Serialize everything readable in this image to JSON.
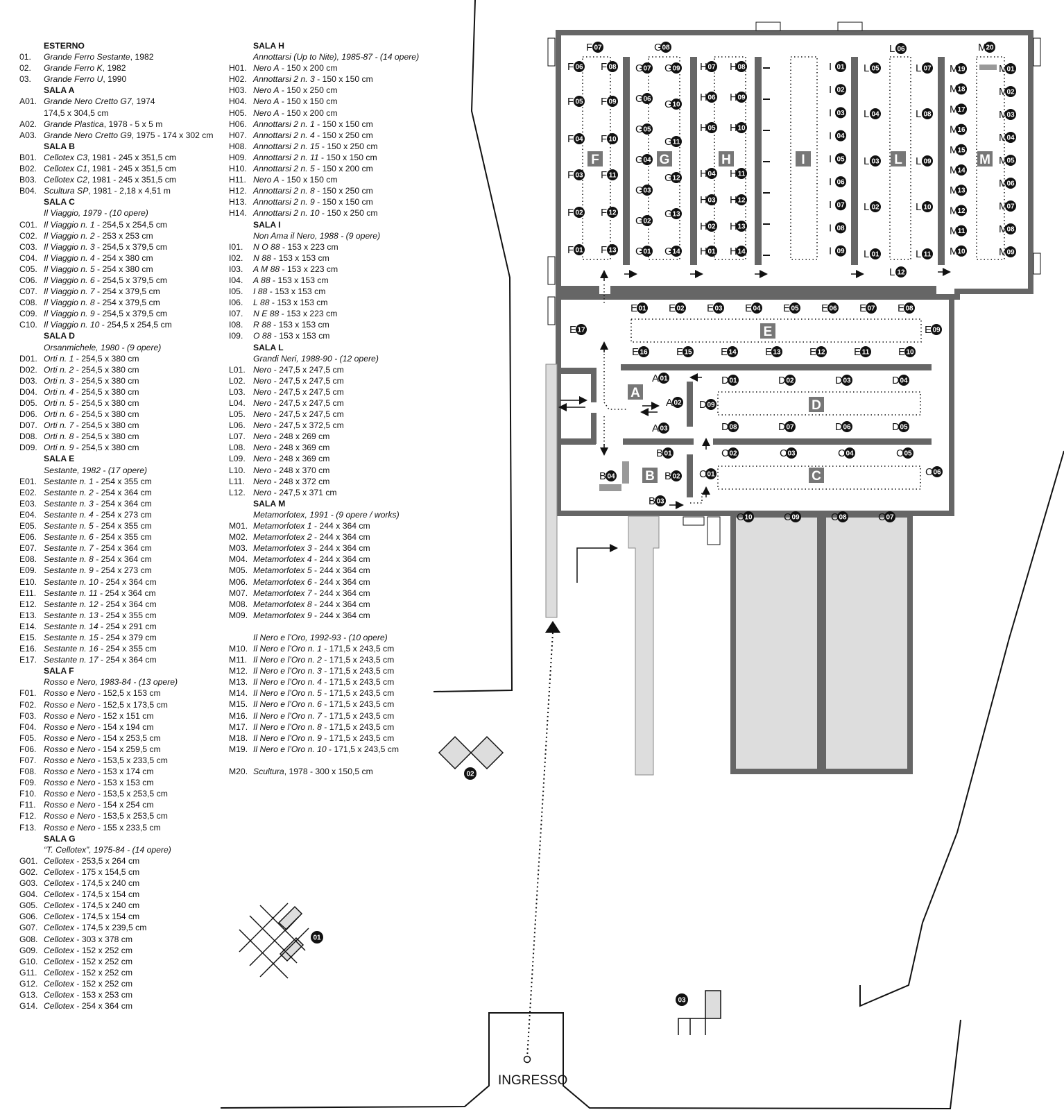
{
  "legend": [
    {
      "title": "ESTERNO",
      "items": [
        {
          "code": "01.",
          "text": "Grande Ferro Sestante, 1982"
        },
        {
          "code": "02.",
          "text": "Grande Ferro K, 1982"
        },
        {
          "code": "03.",
          "text": "Grande Ferro U, 1990"
        }
      ]
    },
    {
      "title": "SALA A",
      "items": [
        {
          "code": "A01.",
          "text": "Grande Nero Cretto G7, 1974"
        },
        {
          "code": "",
          "text": "174,5 x 304,5 cm"
        },
        {
          "code": "A02.",
          "text": "Grande Plastica, 1978 - 5 x 5 m"
        },
        {
          "code": "A03.",
          "text": "Grande Nero Cretto G9, 1975 - 174 x 302 cm"
        }
      ]
    },
    {
      "title": "SALA B",
      "items": [
        {
          "code": "B01.",
          "text": "Cellotex C3, 1981 - 245 x 351,5 cm"
        },
        {
          "code": "B02.",
          "text": "Cellotex C1, 1981 - 245 x 351,5 cm"
        },
        {
          "code": "B03.",
          "text": "Cellotex C2, 1981 - 245 x 351,5 cm"
        },
        {
          "code": "B04.",
          "text": "Scultura SP, 1981 - 2,18 x 4,51 m"
        }
      ]
    },
    {
      "title": "SALA C",
      "subtitle": "Il Viaggio, 1979 - (10 opere)",
      "items": [
        {
          "code": "C01.",
          "text": "Il Viaggio n. 1 - 254,5 x 254,5 cm"
        },
        {
          "code": "C02.",
          "text": "Il Viaggio n. 2 - 253 x 253 cm"
        },
        {
          "code": "C03.",
          "text": "Il Viaggio n. 3 - 254,5 x 379,5 cm"
        },
        {
          "code": "C04.",
          "text": "Il Viaggio n. 4 - 254 x 380 cm"
        },
        {
          "code": "C05.",
          "text": "Il Viaggio n. 5 - 254 x 380 cm"
        },
        {
          "code": "C06.",
          "text": "Il Viaggio n. 6 - 254,5 x 379,5 cm"
        },
        {
          "code": "C07.",
          "text": "Il Viaggio n. 7 - 254 x 379,5 cm"
        },
        {
          "code": "C08.",
          "text": "Il Viaggio n. 8 - 254 x 379,5 cm"
        },
        {
          "code": "C09.",
          "text": "Il Viaggio n. 9 - 254,5 x 379,5 cm"
        },
        {
          "code": "C10.",
          "text": "Il Viaggio n. 10 - 254,5 x 254,5 cm"
        }
      ]
    },
    {
      "title": "SALA D",
      "subtitle": "Orsanmichele, 1980 - (9 opere)",
      "items": [
        {
          "code": "D01.",
          "text": "Orti n. 1 - 254,5 x 380 cm"
        },
        {
          "code": "D02.",
          "text": "Orti n. 2 - 254,5 x 380 cm"
        },
        {
          "code": "D03.",
          "text": "Orti n. 3 - 254,5 x 380 cm"
        },
        {
          "code": "D04.",
          "text": "Orti n. 4 - 254,5 x 380 cm"
        },
        {
          "code": "D05.",
          "text": "Orti n. 5 - 254,5 x 380 cm"
        },
        {
          "code": "D06.",
          "text": "Orti n. 6 - 254,5 x 380 cm"
        },
        {
          "code": "D07.",
          "text": "Orti n. 7 - 254,5 x 380 cm"
        },
        {
          "code": "D08.",
          "text": "Orti n. 8 - 254,5 x 380 cm"
        },
        {
          "code": "D09.",
          "text": "Orti n. 9 - 254,5 x 380 cm"
        }
      ]
    },
    {
      "title": "SALA E",
      "subtitle": "Sestante, 1982 - (17 opere)",
      "items": [
        {
          "code": "E01.",
          "text": "Sestante n. 1 - 254 x 355 cm"
        },
        {
          "code": "E02.",
          "text": "Sestante n. 2 - 254 x 364 cm"
        },
        {
          "code": "E03.",
          "text": "Sestante n. 3 - 254 x 364 cm"
        },
        {
          "code": "E04.",
          "text": "Sestante n. 4 - 254 x 273 cm"
        },
        {
          "code": "E05.",
          "text": "Sestante n. 5 - 254 x 355 cm"
        },
        {
          "code": "E06.",
          "text": "Sestante n. 6 - 254 x 355 cm"
        },
        {
          "code": "E07.",
          "text": "Sestante n. 7 - 254 x 364 cm"
        },
        {
          "code": "E08.",
          "text": "Sestante n. 8 - 254 x 364 cm"
        },
        {
          "code": "E09.",
          "text": "Sestante n. 9 - 254 x 273 cm"
        },
        {
          "code": "E10.",
          "text": "Sestante n. 10 - 254 x 364 cm"
        },
        {
          "code": "E11.",
          "text": "Sestante n. 11 - 254 x 364 cm"
        },
        {
          "code": "E12.",
          "text": "Sestante n. 12 - 254 x 364 cm"
        },
        {
          "code": "E13.",
          "text": "Sestante n. 13 - 254 x 355 cm"
        },
        {
          "code": "E14.",
          "text": "Sestante n. 14 - 254 x 291 cm"
        },
        {
          "code": "E15.",
          "text": "Sestante n. 15 - 254 x 379 cm"
        },
        {
          "code": "E16.",
          "text": "Sestante n. 16 - 254 x 355 cm"
        },
        {
          "code": "E17.",
          "text": "Sestante n. 17 - 254 x 364 cm"
        }
      ]
    },
    {
      "title": "SALA F",
      "subtitle": "Rosso e Nero, 1983-84 - (13 opere)",
      "items": [
        {
          "code": "F01.",
          "text": "Rosso e Nero - 152,5 x 153 cm"
        },
        {
          "code": "F02.",
          "text": "Rosso e Nero - 152,5 x 173,5 cm"
        },
        {
          "code": "F03.",
          "text": "Rosso e Nero - 152 x 151 cm"
        },
        {
          "code": "F04.",
          "text": "Rosso e Nero - 154 x 194 cm"
        },
        {
          "code": "F05.",
          "text": "Rosso e Nero - 154 x 253,5 cm"
        },
        {
          "code": "F06.",
          "text": "Rosso e Nero - 154 x 259,5 cm"
        },
        {
          "code": "F07.",
          "text": "Rosso e Nero - 153,5 x 233,5 cm"
        },
        {
          "code": "F08.",
          "text": "Rosso e Nero - 153 x 174 cm"
        },
        {
          "code": "F09.",
          "text": "Rosso e Nero - 153 x 153 cm"
        },
        {
          "code": "F10.",
          "text": "Rosso e Nero - 153,5 x 253,5 cm"
        },
        {
          "code": "F11.",
          "text": "Rosso e Nero - 154 x 254 cm"
        },
        {
          "code": "F12.",
          "text": "Rosso e Nero - 153,5 x 253,5 cm"
        },
        {
          "code": "F13.",
          "text": "Rosso e Nero - 155 x 233,5 cm"
        }
      ]
    },
    {
      "title": "SALA G",
      "subtitle": "“T. Cellotex”, 1975-84 - (14 opere)",
      "items": [
        {
          "code": "G01.",
          "text": "Cellotex - 253,5 x 264 cm"
        },
        {
          "code": "G02.",
          "text": "Cellotex - 175 x 154,5 cm"
        },
        {
          "code": "G03.",
          "text": "Cellotex - 174,5 x 240 cm"
        },
        {
          "code": "G04.",
          "text": "Cellotex - 174,5 x 154 cm"
        },
        {
          "code": "G05.",
          "text": "Cellotex - 174,5 x 240 cm"
        },
        {
          "code": "G06.",
          "text": "Cellotex - 174,5 x 154 cm"
        },
        {
          "code": "G07.",
          "text": "Cellotex - 174,5 x 239,5 cm"
        },
        {
          "code": "G08.",
          "text": "Cellotex - 303 x 378 cm"
        },
        {
          "code": "G09.",
          "text": "Cellotex - 152 x 252 cm"
        },
        {
          "code": "G10.",
          "text": "Cellotex - 152 x 252 cm"
        },
        {
          "code": "G11.",
          "text": "Cellotex - 152 x 252 cm"
        },
        {
          "code": "G12.",
          "text": "Cellotex - 152 x 252 cm"
        },
        {
          "code": "G13.",
          "text": "Cellotex - 153 x 253 cm"
        },
        {
          "code": "G14.",
          "text": "Cellotex - 254 x 364 cm"
        }
      ]
    },
    {
      "title": "SALA H",
      "subtitle": "Annottarsi (Up to Nite), 1985-87 - (14 opere)",
      "items": [
        {
          "code": "H01.",
          "text": "Nero A - 150 x 200 cm"
        },
        {
          "code": "H02.",
          "text": "Annottarsi 2 n. 3 - 150 x 150 cm"
        },
        {
          "code": "H03.",
          "text": "Nero A - 150 x 250 cm"
        },
        {
          "code": "H04.",
          "text": "Nero A - 150 x 150 cm"
        },
        {
          "code": "H05.",
          "text": "Nero A - 150 x 200 cm"
        },
        {
          "code": "H06.",
          "text": "Annottarsi 2 n. 1 - 150 x 150 cm"
        },
        {
          "code": "H07.",
          "text": "Annottarsi 2 n. 4 - 150 x 250 cm"
        },
        {
          "code": "H08.",
          "text": "Annottarsi 2 n. 15 - 150 x 250 cm"
        },
        {
          "code": "H09.",
          "text": "Annottarsi 2 n. 11 - 150 x 150 cm"
        },
        {
          "code": "H10.",
          "text": "Annottarsi 2 n. 5 - 150 x 200 cm"
        },
        {
          "code": "H11.",
          "text": "Nero A - 150 x 150 cm"
        },
        {
          "code": "H12.",
          "text": "Annottarsi 2 n. 8 - 150 x 250 cm"
        },
        {
          "code": "H13.",
          "text": "Annottarsi 2 n. 9 - 150 x 150 cm"
        },
        {
          "code": "H14.",
          "text": "Annottarsi 2 n. 10 - 150 x 250 cm"
        }
      ]
    },
    {
      "title": "SALA I",
      "subtitle": "Non Ama il Nero, 1988 - (9 opere)",
      "items": [
        {
          "code": "I01.",
          "text": "N O 88 - 153 x 223 cm"
        },
        {
          "code": "I02.",
          "text": "N 88 - 153 x 153 cm"
        },
        {
          "code": "I03.",
          "text": "A M 88 - 153 x 223 cm"
        },
        {
          "code": "I04.",
          "text": "A 88 - 153 x 153 cm"
        },
        {
          "code": "I05.",
          "text": "I 88 - 153 x 153 cm"
        },
        {
          "code": "I06.",
          "text": "L 88 - 153 x 153 cm"
        },
        {
          "code": "I07.",
          "text": "N E 88 - 153 x 223 cm"
        },
        {
          "code": "I08.",
          "text": "R 88 - 153 x 153 cm"
        },
        {
          "code": "I09.",
          "text": "O 88 - 153 x 153 cm"
        }
      ]
    },
    {
      "title": "SALA L",
      "subtitle": "Grandi Neri, 1988-90 - (12 opere)",
      "items": [
        {
          "code": "L01.",
          "text": "Nero - 247,5 x 247,5 cm"
        },
        {
          "code": "L02.",
          "text": "Nero - 247,5 x 247,5 cm"
        },
        {
          "code": "L03.",
          "text": "Nero - 247,5 x 247,5 cm"
        },
        {
          "code": "L04.",
          "text": "Nero - 247,5 x 247,5 cm"
        },
        {
          "code": "L05.",
          "text": "Nero - 247,5 x 247,5 cm"
        },
        {
          "code": "L06.",
          "text": "Nero - 247,5 x 372,5 cm"
        },
        {
          "code": "L07.",
          "text": "Nero - 248 x 269 cm"
        },
        {
          "code": "L08.",
          "text": "Nero - 248 x 369 cm"
        },
        {
          "code": "L09.",
          "text": "Nero - 248 x 369 cm"
        },
        {
          "code": "L10.",
          "text": "Nero - 248 x 370 cm"
        },
        {
          "code": "L11.",
          "text": "Nero - 248 x 372 cm"
        },
        {
          "code": "L12.",
          "text": "Nero - 247,5 x 371 cm"
        }
      ]
    },
    {
      "title": "SALA M",
      "subtitle": "Metamorfotex, 1991 - (9 opere / works)",
      "items": [
        {
          "code": "M01.",
          "text": "Metamorfotex 1 - 244 x 364 cm"
        },
        {
          "code": "M02.",
          "text": "Metamorfotex 2 - 244 x 364 cm"
        },
        {
          "code": "M03.",
          "text": "Metamorfotex 3 - 244 x 364 cm"
        },
        {
          "code": "M04.",
          "text": "Metamorfotex 4 - 244 x 364 cm"
        },
        {
          "code": "M05.",
          "text": "Metamorfotex 5 - 244 x 364 cm"
        },
        {
          "code": "M06.",
          "text": "Metamorfotex 6 - 244 x 364 cm"
        },
        {
          "code": "M07.",
          "text": "Metamorfotex 7 - 244 x 364 cm"
        },
        {
          "code": "M08.",
          "text": "Metamorfotex 8 - 244 x 364 cm"
        },
        {
          "code": "M09.",
          "text": "Metamorfotex 9 - 244 x 364 cm"
        }
      ]
    },
    {
      "subtitle": "Il Nero e l’Oro, 1992-93 - (10 opere)",
      "items": [
        {
          "code": "M10.",
          "text": "Il Nero e l’Oro n. 1 - 171,5 x 243,5 cm"
        },
        {
          "code": "M11.",
          "text": "Il Nero e l’Oro n. 2 - 171,5 x 243,5 cm"
        },
        {
          "code": "M12.",
          "text": "Il Nero e l’Oro n. 3 - 171,5 x 243,5 cm"
        },
        {
          "code": "M13.",
          "text": "Il Nero e l’Oro n. 4 - 171,5 x 243,5 cm"
        },
        {
          "code": "M14.",
          "text": "Il Nero e l’Oro n. 5 - 171,5 x 243,5 cm"
        },
        {
          "code": "M15.",
          "text": "Il Nero e l’Oro n. 6 - 171,5 x 243,5 cm"
        },
        {
          "code": "M16.",
          "text": "Il Nero e l’Oro n. 7 - 171,5 x 243,5 cm"
        },
        {
          "code": "M17.",
          "text": "Il Nero e l’Oro n. 8 - 171,5 x 243,5 cm"
        },
        {
          "code": "M18.",
          "text": "Il Nero e l’Oro n. 9 - 171,5 x 243,5 cm"
        },
        {
          "code": "M19.",
          "text": "Il Nero e l’Oro n. 10 - 171,5 x 243,5 cm"
        }
      ]
    },
    {
      "items": [
        {
          "code": "M20.",
          "text": "Scultura, 1978 - 300 x 150,5 cm"
        }
      ]
    }
  ],
  "map": {
    "entrance_label": "INGRESSO",
    "room_letters": [
      "A",
      "B",
      "C",
      "D",
      "E",
      "F",
      "G",
      "H",
      "I",
      "L",
      "M"
    ],
    "exterior_markers": [
      "01",
      "02",
      "03"
    ],
    "colors": {
      "wall": "#666666",
      "marker": "#111111",
      "room_box": "#777777",
      "fill": "#dddddd",
      "line": "#111111"
    }
  }
}
